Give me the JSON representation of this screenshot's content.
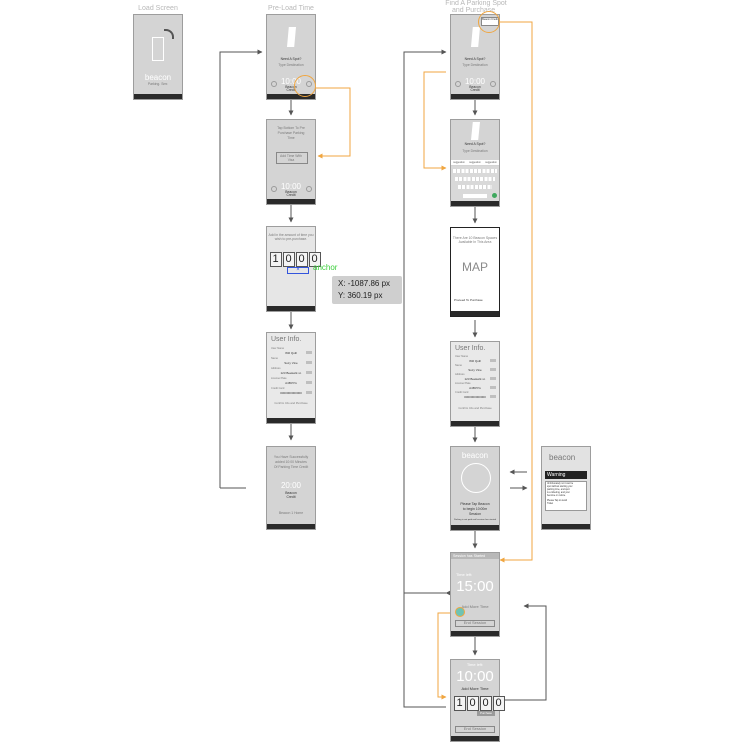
{
  "columns": {
    "load": "Load Screen",
    "preload": "Pre-Load Time",
    "find_l1": "Find A Parking Spot",
    "find_l2": "and Purchase"
  },
  "load_screen": {
    "brand": "beacon",
    "tagline": "Parking. Smr."
  },
  "preload1": {
    "need": "Need A Spot?",
    "dest": "Type Destination",
    "time": "10:00",
    "credit_l1": "Beacon",
    "credit_l2": "Credit"
  },
  "preload2": {
    "l1": "Tap Bottom To Pre",
    "l2": "Purchase Parking",
    "l3": "Time",
    "btn_l1": "Add Time With",
    "btn_l2": "Visa",
    "time": "10:00",
    "credit_l1": "Beacon",
    "credit_l2": "Credit"
  },
  "preload3": {
    "l1": "Add in the amount of time you",
    "l2": "wish to pre-purchase.",
    "digits": [
      "1",
      "0",
      "0",
      "0"
    ]
  },
  "readout": {
    "x": "X: -1087.86 px",
    "y": "Y: 360.19 px",
    "anchor": "anchor"
  },
  "userinfo": {
    "title": "User Info.",
    "rows": [
      {
        "label": "User Name",
        "value": "Will Quill"
      },
      {
        "label": "Name",
        "value": "Suzy Vine"
      },
      {
        "label": "Address",
        "value": "123 Beekwik st."
      },
      {
        "label": "License Plate",
        "value": "A4B3YG"
      },
      {
        "label": "Credit Card",
        "value": "0000000000000"
      }
    ],
    "footer": "Confirm Info and Purchase"
  },
  "success": {
    "l1": "You Have Successfully",
    "l2": "added 10:00 Minutes",
    "l3": "Of Parking Time Credit",
    "time": "20:00",
    "credit_l1": "Beacon",
    "credit_l2": "Credit",
    "foot": "Beacon 1 Home"
  },
  "find1": {
    "need": "Need A Spot?",
    "dest": "Type Destination",
    "time": "10:00",
    "credit_l1": "Beacon",
    "credit_l2": "Credit",
    "tag": "Beacon Credit"
  },
  "find2": {
    "need": "Need A Spot?",
    "dest": "Type Destination",
    "suggest": [
      "suggestion",
      "suggestion",
      "suggestion"
    ]
  },
  "map": {
    "l1": "There Are 10 Beacon Spaces",
    "l2": "Available In This Area",
    "label": "MAP",
    "btn": "Proceed To Purchase"
  },
  "userinfo2": {
    "title": "User Info.",
    "rows": [
      {
        "label": "User Name",
        "value": "Will Quill"
      },
      {
        "label": "Name",
        "value": "Suzy Vine"
      },
      {
        "label": "Address",
        "value": "123 Beekwik st."
      },
      {
        "label": "License Plate",
        "value": "A4B3YG"
      },
      {
        "label": "Credit Card",
        "value": "0000000000000"
      }
    ],
    "footer": "Confirm Info and Purchase"
  },
  "beacon_tap": {
    "brand": "beacon",
    "l1": "Please Tap Beacon",
    "l2": "to begin 10:00m",
    "l3": "Session",
    "foot": "Parking is not paid until session has started"
  },
  "warning": {
    "brand": "beacon",
    "title": "Warning",
    "b1": "Unfortunately no it can be",
    "b2": "spot without starting your",
    "b3": "parking time, and spot",
    "b4": "is a ticketing, and your",
    "b5": "become on notice.",
    "p1": "Please Tap to avoid",
    "p2": "Ticket"
  },
  "session": {
    "header": "Session has Started",
    "left": "Time left:",
    "time": "15:00",
    "add": "Add More Time",
    "end": "End Session"
  },
  "addtime": {
    "left": "Time left:",
    "time": "10:00",
    "add": "Add More Time",
    "digits": [
      "1",
      "0",
      "0",
      "0"
    ],
    "btn": "Purchase",
    "end": "End Session"
  },
  "colors": {
    "wire": "#555555",
    "highlight": "#f0a640",
    "phone": "#d4d4d4",
    "nav": "#2a2a2a",
    "anchor": "#3bcf3b",
    "select": "#3355dd"
  }
}
